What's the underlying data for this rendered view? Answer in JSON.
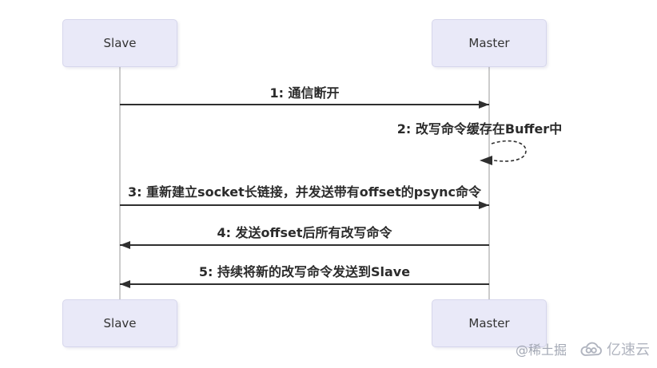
{
  "diagram": {
    "type": "sequence-diagram",
    "actors": {
      "top_left": "Slave",
      "top_right": "Master",
      "bottom_left": "Slave",
      "bottom_right": "Master"
    },
    "messages": [
      {
        "label": "1: 通信断开",
        "from": "Slave",
        "to": "Master",
        "direction": "right",
        "line": "solid"
      },
      {
        "label": "2: 改写命令缓存在Buffer中",
        "type": "self-message",
        "on": "Master",
        "line": "dashed"
      },
      {
        "label": "3: 重新建立socket长链接，并发送带有offset的psync命令",
        "from": "Slave",
        "to": "Master",
        "direction": "right",
        "line": "solid"
      },
      {
        "label": "4: 发送offset后所有改写命令",
        "from": "Master",
        "to": "Slave",
        "direction": "left",
        "line": "solid"
      },
      {
        "label": "5: 持续将新的改写命令发送到Slave",
        "from": "Master",
        "to": "Slave",
        "direction": "left",
        "line": "solid"
      }
    ],
    "colors": {
      "actor_fill": "#e9e9f8",
      "actor_border": "#d6d6ec",
      "arrow": "#2f2f2f",
      "lifeline": "#cccccc",
      "label_text": "#2b2b2b",
      "watermark_gray": "#b0b4bf"
    }
  },
  "watermark": {
    "author": "@稀土掘",
    "brand": "亿速云",
    "brand_icon": "cloud-logo"
  }
}
